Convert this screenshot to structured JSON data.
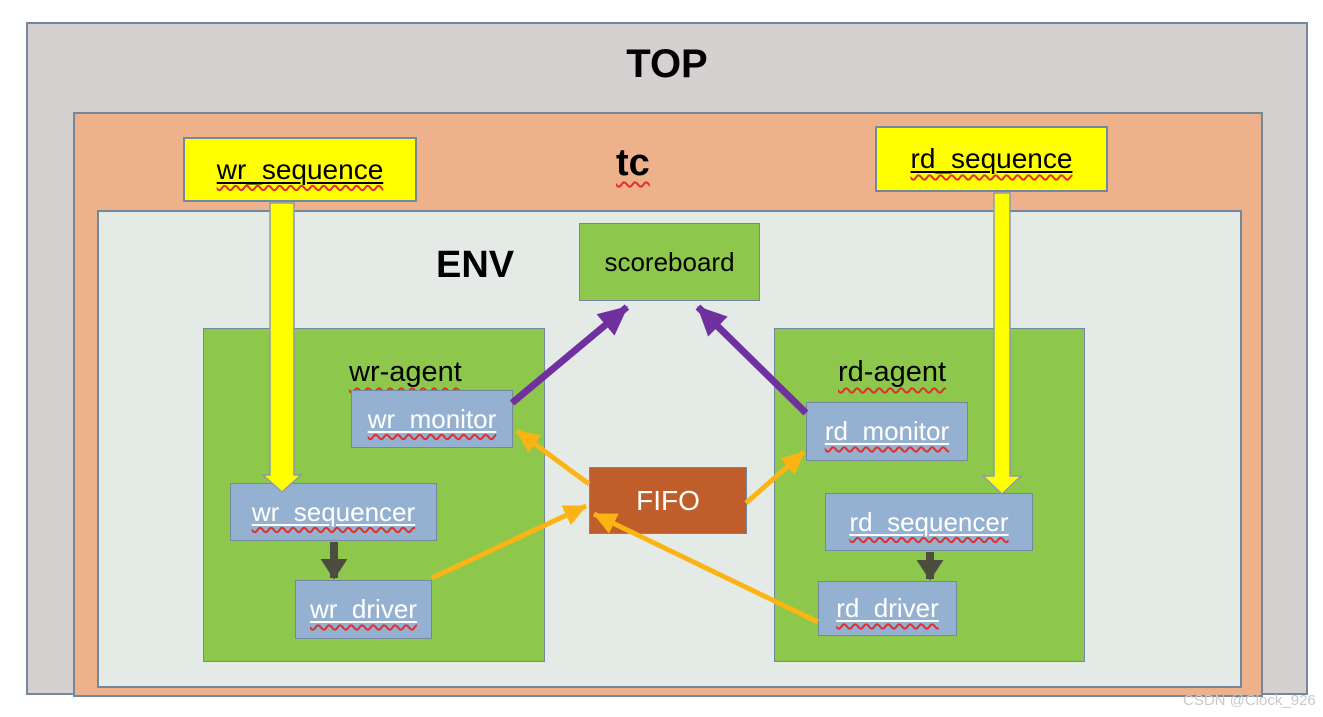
{
  "containers": {
    "top": {
      "label": "TOP"
    },
    "tc": {
      "label": "tc"
    },
    "env": {
      "label": "ENV"
    }
  },
  "sequences": {
    "wr": {
      "label": "wr_sequence"
    },
    "rd": {
      "label": "rd_sequence"
    }
  },
  "scoreboard": {
    "label": "scoreboard"
  },
  "fifo": {
    "label": "FIFO"
  },
  "agents": {
    "wr": {
      "label": "wr-agent",
      "monitor": "wr_monitor",
      "sequencer": "wr_sequencer",
      "driver": "wr_driver"
    },
    "rd": {
      "label": "rd-agent",
      "monitor": "rd_monitor",
      "sequencer": "rd_sequencer",
      "driver": "rd_driver"
    }
  },
  "watermark": {
    "text": "CSDN @Clock_926"
  },
  "colors": {
    "top_fill": "#D5D1D0",
    "tc_fill": "#EDB28C",
    "env_fill": "#E4EBE7",
    "agent_green": "#8DC74C",
    "component_blue": "#95B1D2",
    "sequence_yellow": "#FFFF00",
    "fifo_orange": "#C05E2B",
    "arrow_purple": "#7030A0",
    "arrow_gold": "#FCB415",
    "arrow_olive": "#4C4D3F",
    "border_slate": "#73889C",
    "squiggle_red": "#E0302E",
    "watermark_gray": "#C9C9C9"
  }
}
